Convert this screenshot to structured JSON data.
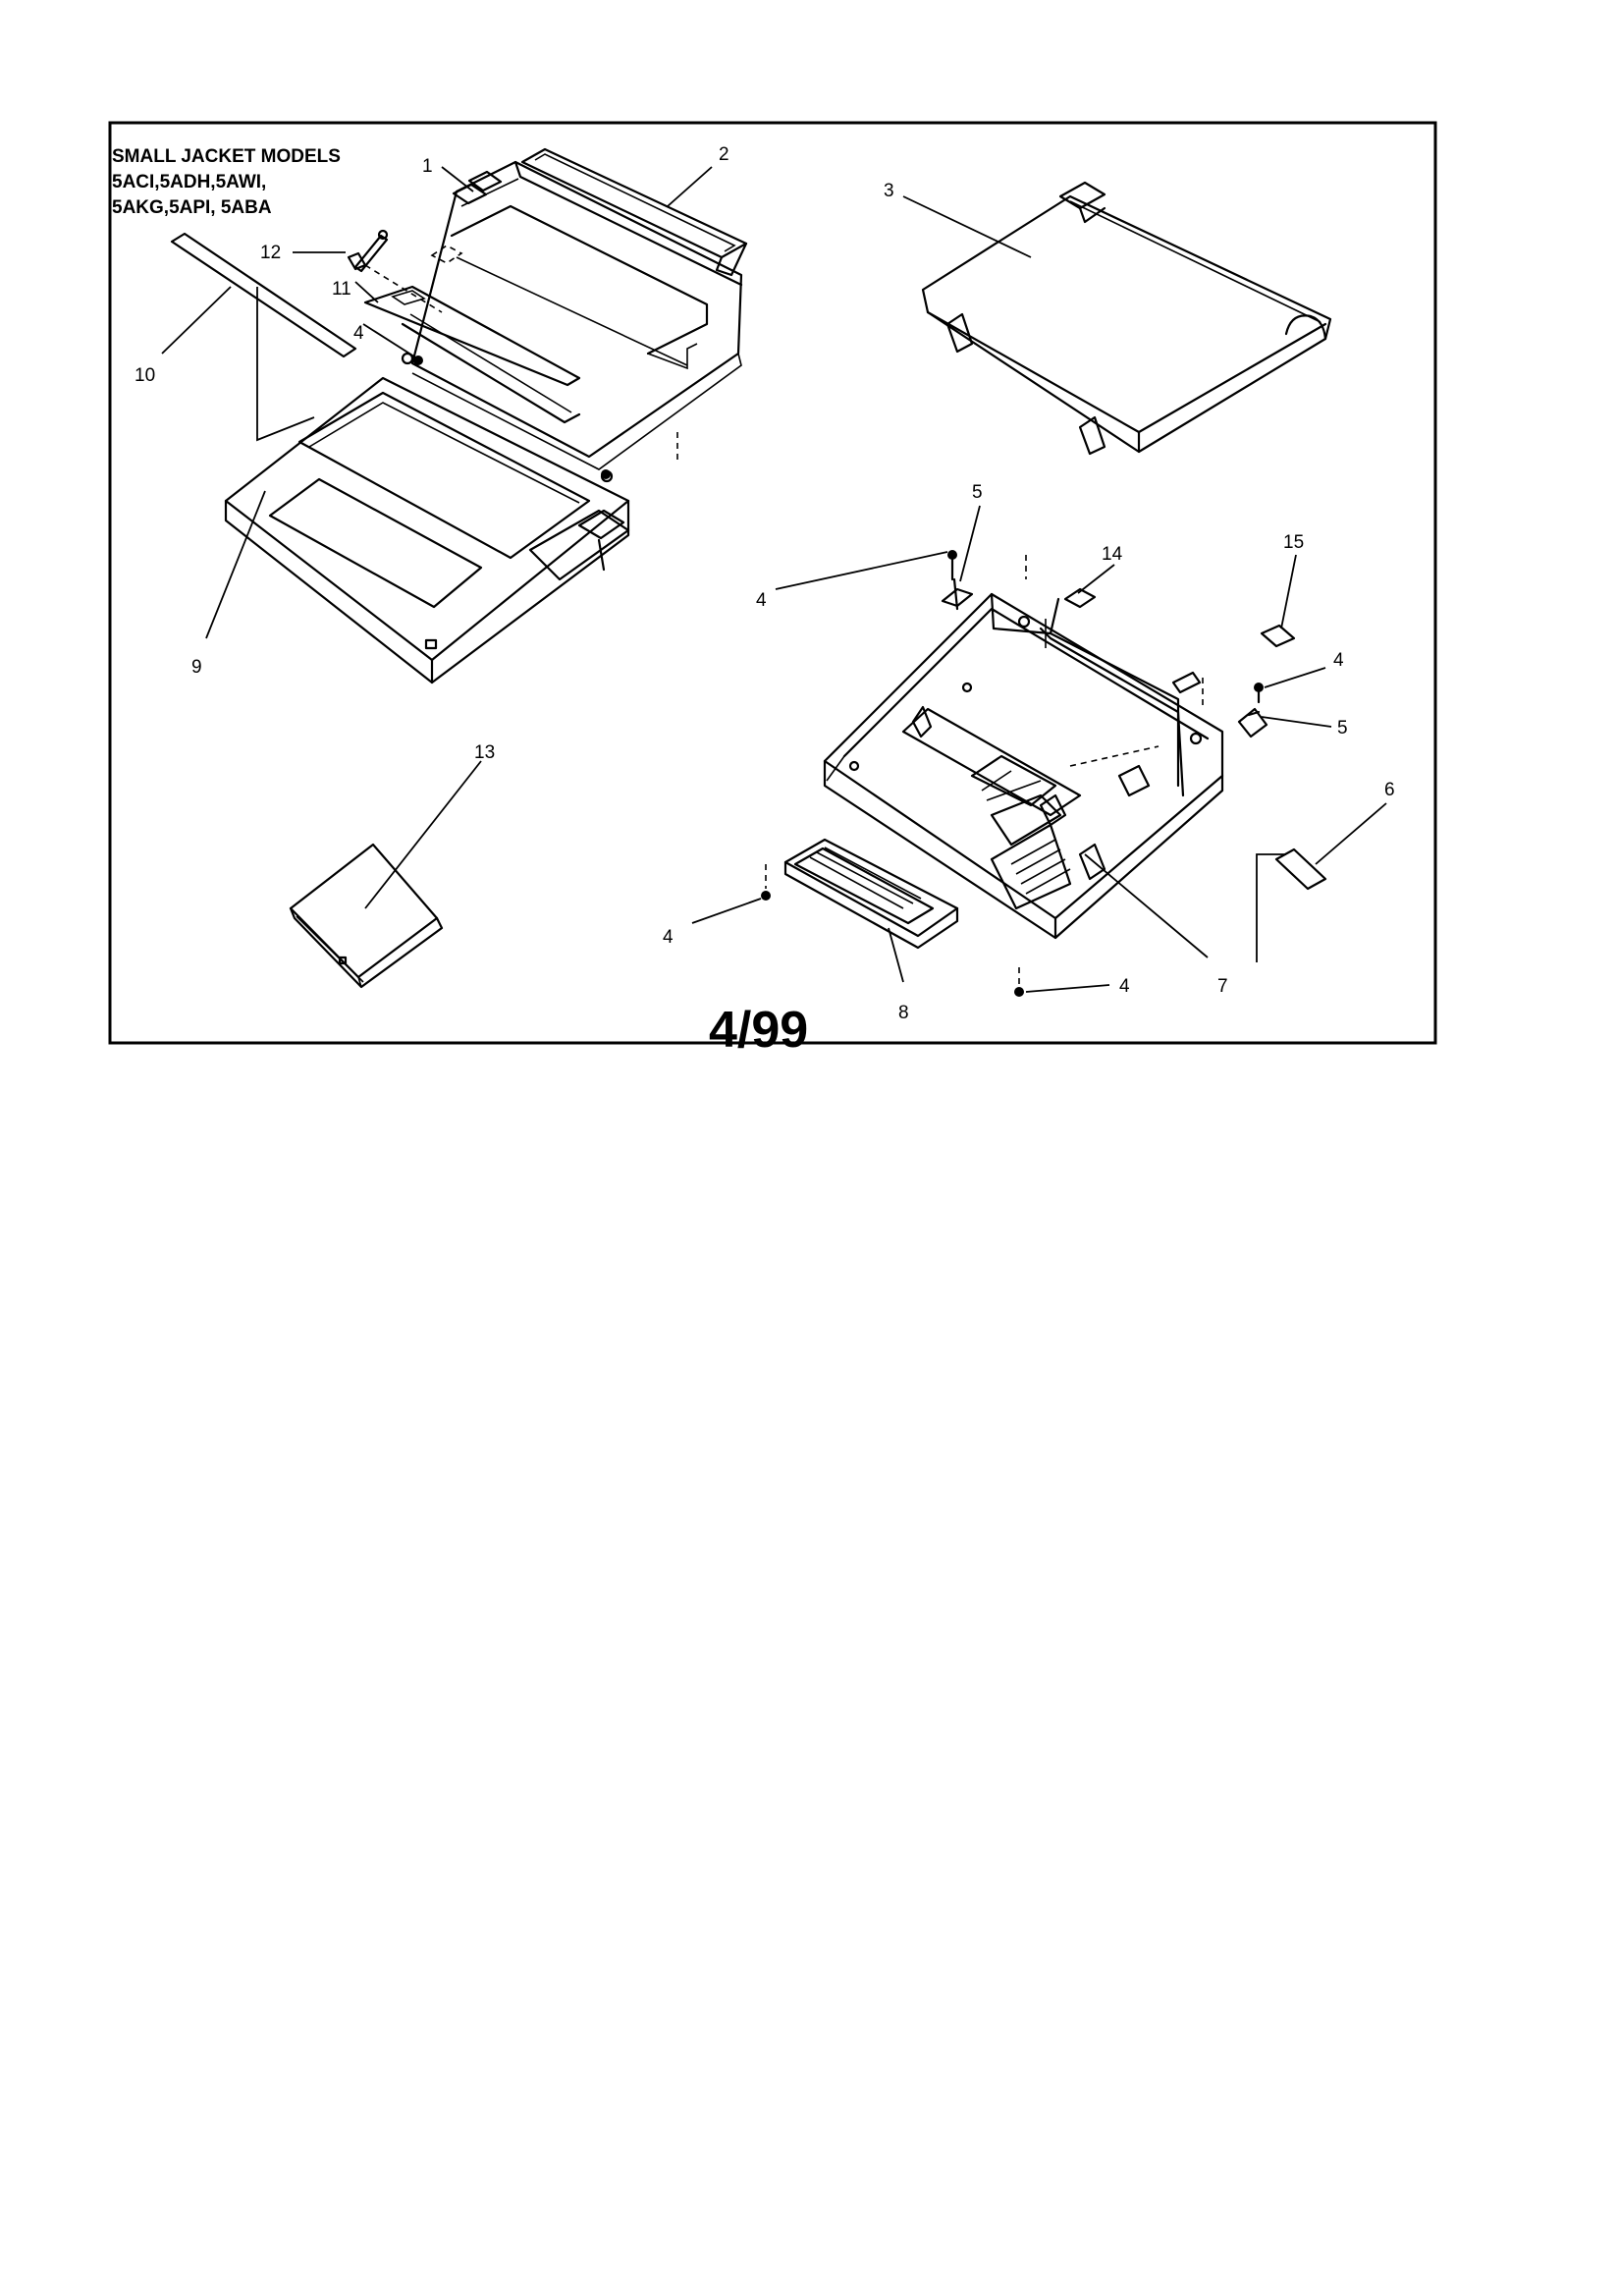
{
  "header": {
    "lines": [
      "SMALL JACKET MODELS",
      "5ACI,5ADH,5AWI,",
      "5AKG,5API, 5ABA"
    ]
  },
  "callouts": [
    {
      "id": "c1",
      "label": "1"
    },
    {
      "id": "c2",
      "label": "2"
    },
    {
      "id": "c3",
      "label": "3"
    },
    {
      "id": "c4a",
      "label": "4"
    },
    {
      "id": "c4b",
      "label": "4"
    },
    {
      "id": "c4c",
      "label": "4"
    },
    {
      "id": "c4d",
      "label": "4"
    },
    {
      "id": "c4e",
      "label": "4"
    },
    {
      "id": "c5a",
      "label": "5"
    },
    {
      "id": "c5b",
      "label": "5"
    },
    {
      "id": "c6",
      "label": "6"
    },
    {
      "id": "c7",
      "label": "7"
    },
    {
      "id": "c8",
      "label": "8"
    },
    {
      "id": "c9",
      "label": "9"
    },
    {
      "id": "c10",
      "label": "10"
    },
    {
      "id": "c11",
      "label": "11"
    },
    {
      "id": "c12",
      "label": "12"
    },
    {
      "id": "c13",
      "label": "13"
    },
    {
      "id": "c14",
      "label": "14"
    },
    {
      "id": "c15",
      "label": "15"
    }
  ],
  "date_stamp": "4/99"
}
